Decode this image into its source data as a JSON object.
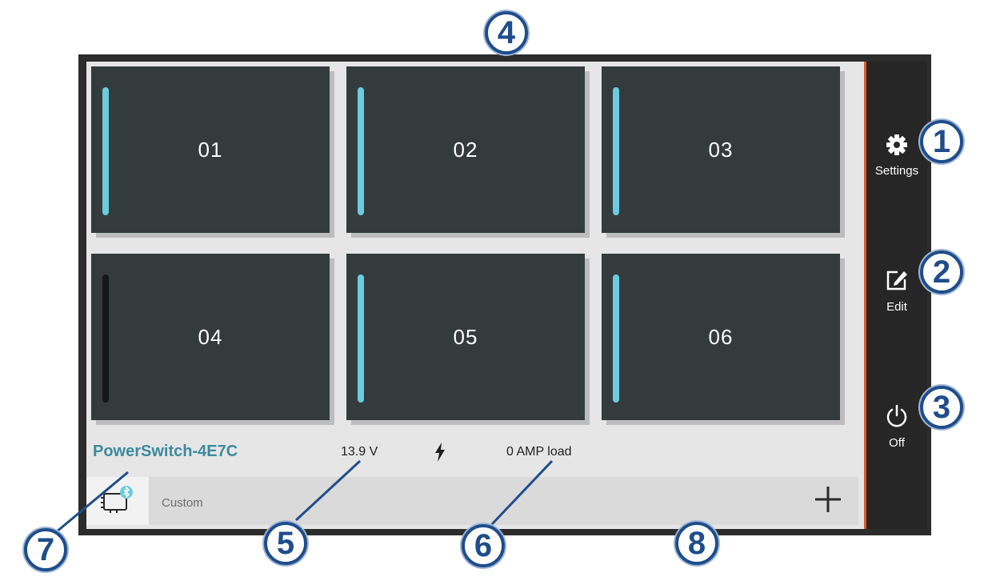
{
  "tiles": [
    {
      "label": "01",
      "state": "on"
    },
    {
      "label": "02",
      "state": "on"
    },
    {
      "label": "03",
      "state": "on"
    },
    {
      "label": "04",
      "state": "off"
    },
    {
      "label": "05",
      "state": "on"
    },
    {
      "label": "06",
      "state": "on"
    }
  ],
  "status": {
    "device_name": "PowerSwitch-4E7C",
    "voltage": "13.9 V",
    "load": "0 AMP load",
    "bolt_icon": "lightning-bolt-icon"
  },
  "bottom_bar": {
    "tab_label": "Custom",
    "device_icon": "bluetooth-device-icon",
    "add_icon": "plus-icon"
  },
  "sidebar": {
    "settings_label": "Settings",
    "edit_label": "Edit",
    "off_label": "Off"
  },
  "callouts": [
    "1",
    "2",
    "3",
    "4",
    "5",
    "6",
    "7",
    "8"
  ],
  "colors": {
    "tile_on_bar": "#6bcbe0",
    "tile_off_bar": "#161616",
    "tile_bg": "#333b3c",
    "device_name": "#3d8a9e",
    "callout": "#1f4d8a",
    "accent_edge": "#e05a2b"
  }
}
